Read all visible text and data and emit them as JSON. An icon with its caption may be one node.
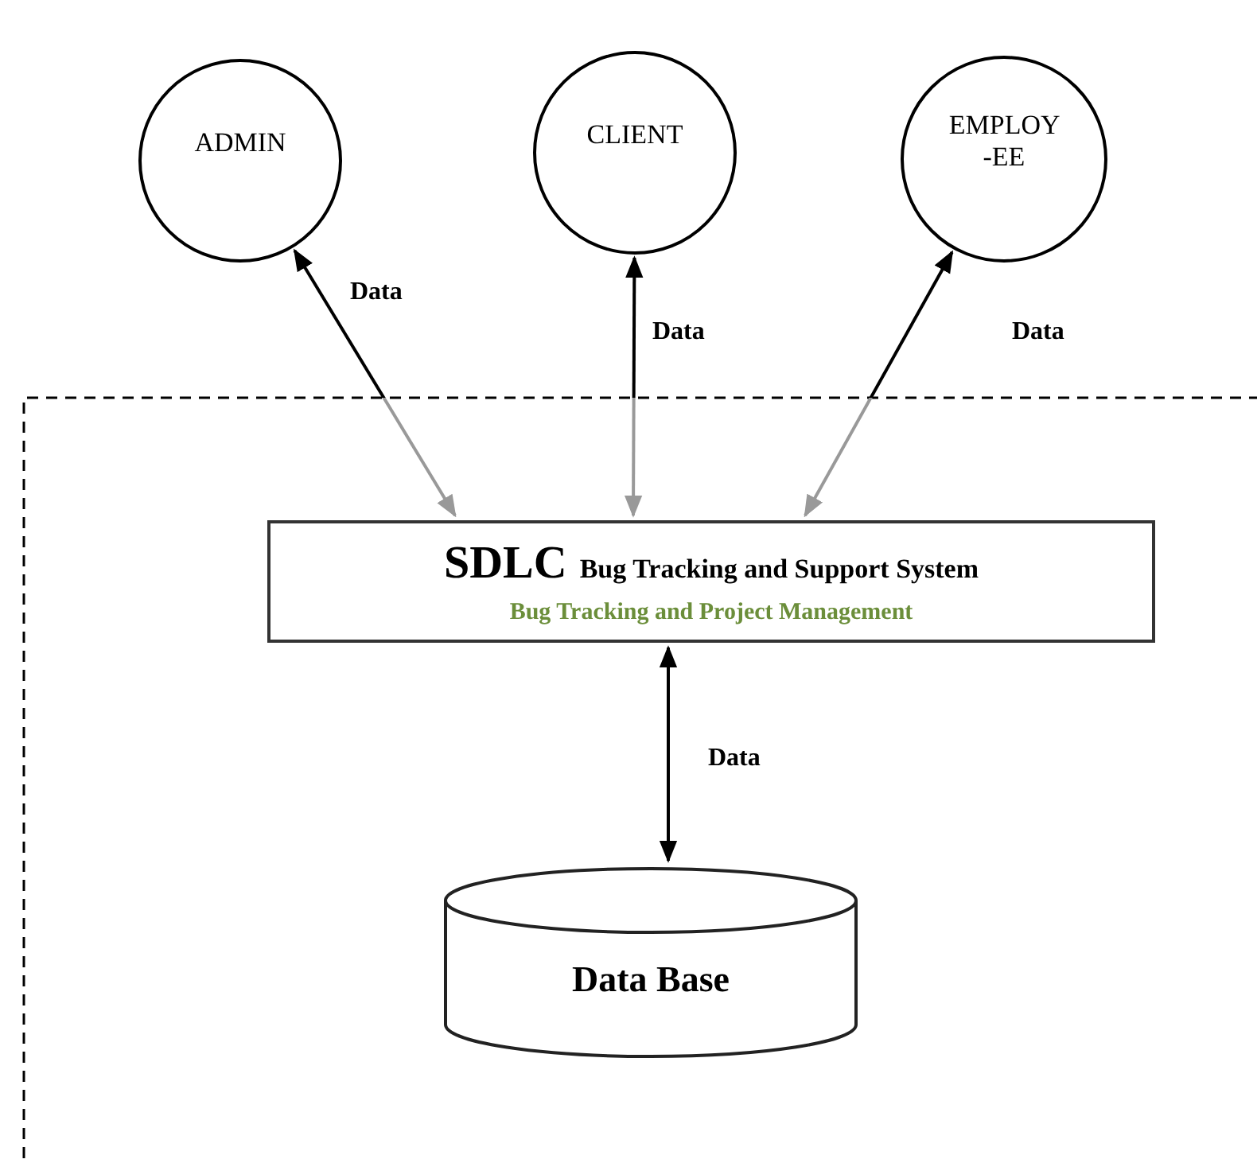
{
  "diagram": {
    "nodes": [
      {
        "text": [
          "ADMIN"
        ]
      },
      {
        "text": [
          "CLIENT"
        ]
      },
      {
        "text": [
          "EMPLOY -EE"
        ]
      },
      {
        "text": [
          "SDLC",
          "Bug Tracking and Support System",
          "Bug Tracking and Project Management"
        ]
      },
      {
        "text": [
          "Data Base"
        ]
      }
    ],
    "edges": [
      {
        "from": 0,
        "to": 3,
        "arrow": "both",
        "label": "Data"
      },
      {
        "from": 1,
        "to": 3,
        "arrow": "both",
        "label": "Data"
      },
      {
        "from": 2,
        "to": 3,
        "arrow": "both",
        "label": "Data"
      },
      {
        "from": 3,
        "to": 4,
        "arrow": "both",
        "label": "Data"
      }
    ]
  }
}
